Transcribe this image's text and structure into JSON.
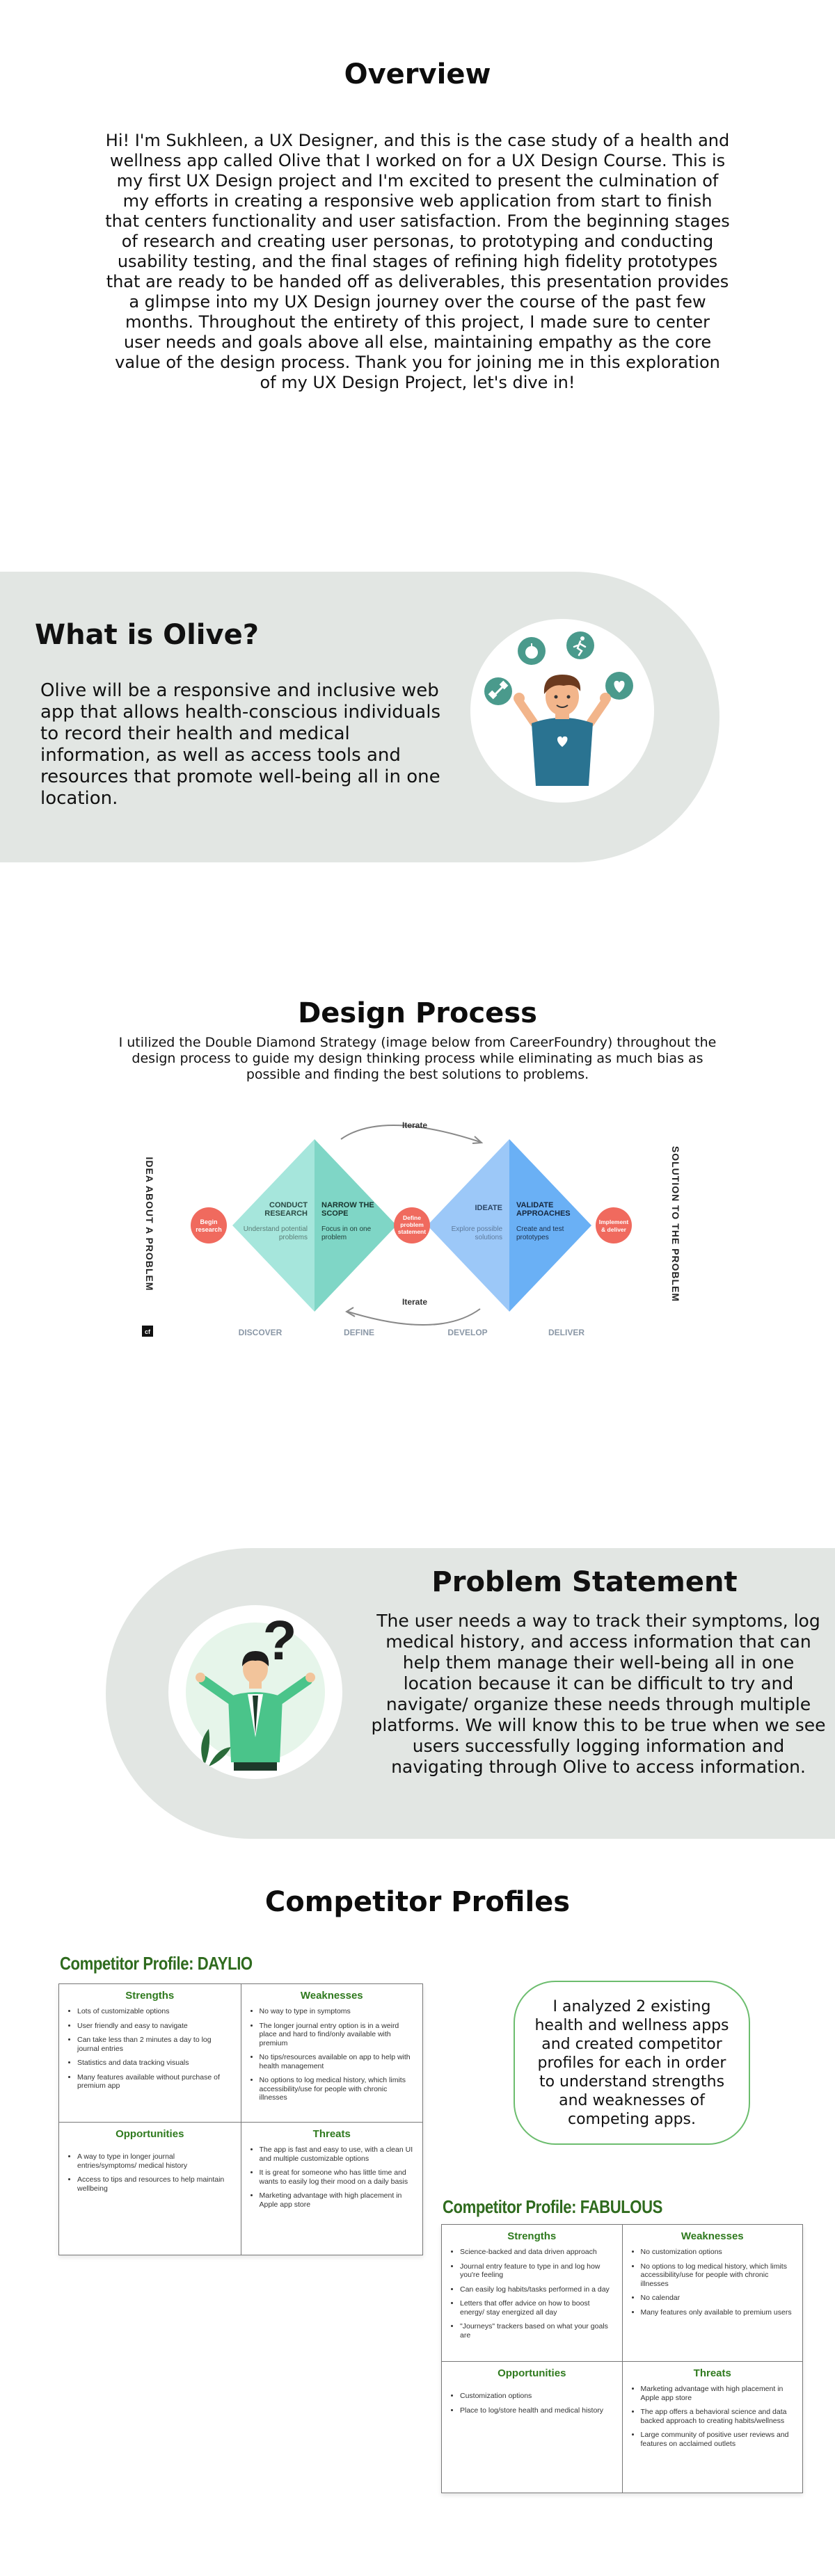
{
  "overview": {
    "title": "Overview",
    "text": "Hi! I'm Sukhleen, a UX Designer, and this is the case study of a health and wellness app called Olive that I worked on for a UX Design Course. This is my first UX Design project and I'm excited to present the culmination of my efforts in creating a responsive web application from start to finish that centers functionality and user satisfaction. From the beginning stages of research and creating user personas, to prototyping and conducting usability testing, and the final stages of refining high fidelity prototypes that are ready to be handed off as deliverables, this presentation provides a glimpse into my UX Design journey over the course of the past few months. Throughout the entirety of this project, I made sure to center user needs and goals above all else, maintaining empathy as the core value of the design process. Thank you for joining me in this exploration of my UX Design Project, let's dive in!"
  },
  "olive": {
    "title": "What is Olive?",
    "text": "Olive will be a responsive and inclusive web app that allows health-conscious individuals to record their health and medical information, as well as access tools and resources that promote well-being all in one location."
  },
  "design_process": {
    "title": "Design Process",
    "text": "I utilized the Double Diamond Strategy (image below from CareerFoundry) throughout the design process to guide my design thinking process while eliminating as much bias as possible and finding the best solutions to problems.",
    "diagram": {
      "left_label": "IDEA ABOUT A PROBLEM",
      "right_label": "SOLUTION TO THE PROBLEM",
      "iterate_top": "Iterate",
      "iterate_bottom": "Iterate",
      "begin": [
        "Begin",
        "research"
      ],
      "define": [
        "Define",
        "problem",
        "statement"
      ],
      "implement": [
        "Implement",
        "& deliver"
      ],
      "conduct": {
        "title": [
          "CONDUCT",
          "RESEARCH"
        ],
        "desc": [
          "Understand potential",
          "problems"
        ]
      },
      "narrow": {
        "title": [
          "NARROW THE",
          "SCOPE"
        ],
        "desc": [
          "Focus in on one",
          "problem"
        ]
      },
      "ideate": {
        "title": [
          "IDEATE"
        ],
        "desc": [
          "Explore possible",
          "solutions"
        ]
      },
      "validate": {
        "title": [
          "VALIDATE",
          "APPROACHES"
        ],
        "desc": [
          "Create and test",
          "prototypes"
        ]
      },
      "phases": [
        "DISCOVER",
        "DEFINE",
        "DEVELOP",
        "DELIVER"
      ],
      "logo": "cf"
    }
  },
  "problem": {
    "title": "Problem Statement",
    "text": "The user needs a way to track their symptoms, log medical history, and access information that can help them manage their well-being all in one location because it can be difficult to try and navigate/ organize these needs through multiple platforms. We will know this to be true when we see users successfully logging information and navigating through Olive to access information.",
    "question_mark": "?"
  },
  "competitors": {
    "title": "Competitor Profiles",
    "callout": "I analyzed 2 existing health and wellness apps and created competitor profiles for each in order to understand strengths and weaknesses of competing apps.",
    "daylio": {
      "title": "Competitor Profile: DAYLIO",
      "strengths_label": "Strengths",
      "weaknesses_label": "Weaknesses",
      "opportunities_label": "Opportunities",
      "threats_label": "Threats",
      "strengths": [
        "Lots of customizable options",
        "User friendly and easy to navigate",
        "Can take less than 2 minutes a day to log journal entries",
        "Statistics and data tracking visuals",
        "Many features available without purchase of premium app"
      ],
      "weaknesses": [
        "No way to type in symptoms",
        "The longer journal entry option is in a weird place and hard to find/only available with premium",
        "No tips/resources available on app to help with health management",
        "No options to log medical history, which limits accessibility/use for people with chronic illnesses"
      ],
      "opportunities": [
        "A way to type in longer journal entries/symptoms/ medical history",
        "Access to tips and resources to help maintain wellbeing"
      ],
      "threats": [
        "The app is fast and easy to use, with a clean UI and multiple customizable options",
        "It is great for someone who has little time and wants to easily log their mood on a daily basis",
        "Marketing advantage with high placement in Apple app store"
      ]
    },
    "fabulous": {
      "title": "Competitor Profile: FABULOUS",
      "strengths_label": "Strengths",
      "weaknesses_label": "Weaknesses",
      "opportunities_label": "Opportunities",
      "threats_label": "Threats",
      "strengths": [
        "Science-backed and data driven approach",
        "Journal entry feature to type in and log how you're feeling",
        "Can easily log habits/tasks performed in a day",
        "Letters that offer advice on how to boost energy/ stay energized all day",
        "\"Journeys\" trackers based on what your goals are"
      ],
      "weaknesses": [
        "No customization options",
        "No options to log medical history, which limits accessibility/use for people with chronic illnesses",
        "No calendar",
        "Many features only available to premium users"
      ],
      "opportunities": [
        "Customization options",
        "Place to log/store health and medical history"
      ],
      "threats": [
        "Marketing advantage with high placement in Apple app store",
        "The app offers a behavioral science and data backed approach to creating habits/wellness",
        "Large community of positive user reviews and features on acclaimed outlets"
      ]
    }
  },
  "colors": {
    "band": "#e2e6e3",
    "teal": "#7fd6c6",
    "blue": "#6ab0f5",
    "coral": "#f06a5e",
    "swot_green": "#2f7a1e",
    "callout_border": "#6cbd6e"
  }
}
